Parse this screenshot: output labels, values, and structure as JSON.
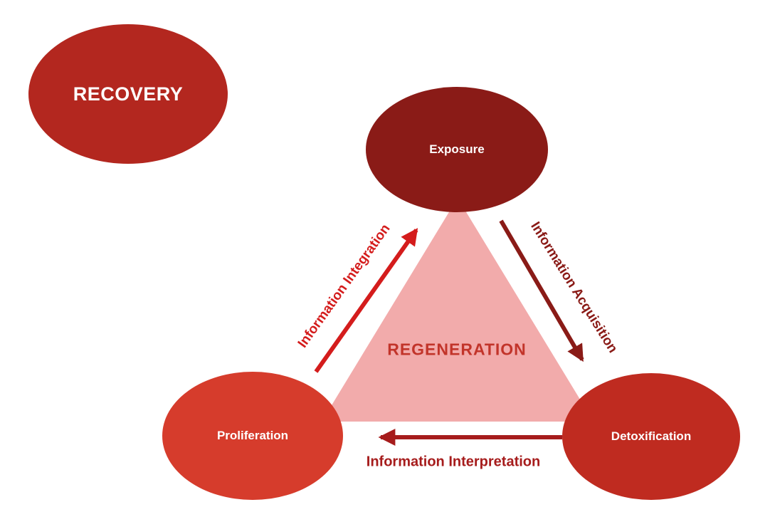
{
  "diagram": {
    "recovery": {
      "label": "RECOVERY"
    },
    "nodes": {
      "exposure": {
        "label": "Exposure"
      },
      "proliferation": {
        "label": "Proliferation"
      },
      "detoxification": {
        "label": "Detoxification"
      }
    },
    "center_label": "REGENERATION",
    "edges": {
      "integration": {
        "label": "Information Integration",
        "from": "Proliferation",
        "to": "Exposure"
      },
      "acquisition": {
        "label": "Information Acquisition",
        "from": "Exposure",
        "to": "Detoxification"
      },
      "interpretation": {
        "label": "Information Interpretation",
        "from": "Detoxification",
        "to": "Proliferation"
      }
    },
    "colors": {
      "recovery_fill": "#b3271f",
      "exposure_fill": "#8a1b17",
      "proliferation_fill": "#d63c2c",
      "detoxification_fill": "#bf2b20",
      "triangle_fill": "#f2abab",
      "regeneration_text": "#c2342a",
      "integration_arrow": "#d41c1c",
      "acquisition_arrow": "#8a1b17",
      "interpretation_arrow": "#a61c1c",
      "node_text": "#ffffff",
      "background": "#ffffff"
    }
  }
}
